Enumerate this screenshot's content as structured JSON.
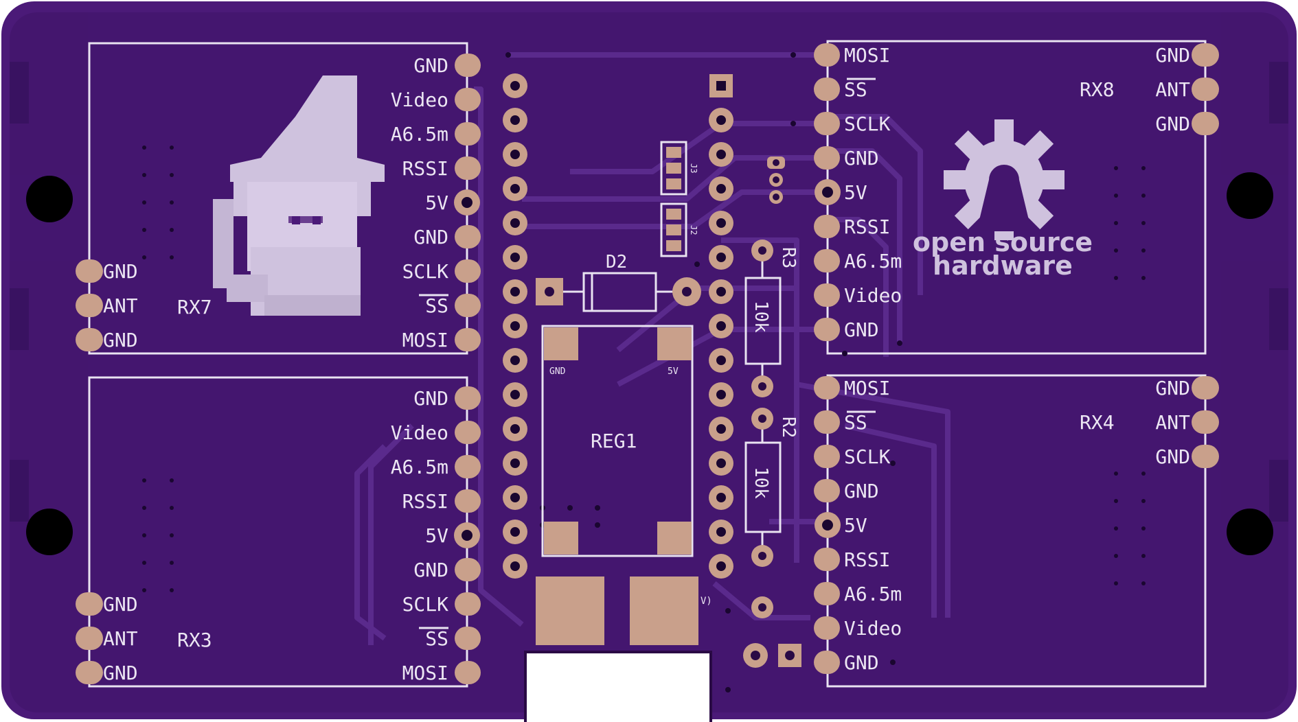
{
  "board": {
    "colors": {
      "substrate": "#4b1a78",
      "copper_fill": "#3c1460",
      "trace": "#5a2a8c",
      "pad": "#c9a08b",
      "silkscreen": "#e9e3f1",
      "cutout": "#ffffff"
    }
  },
  "modules": {
    "rx7": {
      "name": "RX7",
      "right_pins": [
        "GND",
        "Video",
        "A6.5m",
        "RSSI",
        "5V",
        "GND",
        "SCLK",
        "SS",
        "MOSI"
      ],
      "left_pins": [
        "GND",
        "ANT",
        "GND"
      ]
    },
    "rx3": {
      "name": "RX3",
      "right_pins": [
        "GND",
        "Video",
        "A6.5m",
        "RSSI",
        "5V",
        "GND",
        "SCLK",
        "SS",
        "MOSI"
      ],
      "left_pins": [
        "GND",
        "ANT",
        "GND"
      ]
    },
    "rx8": {
      "name": "RX8",
      "left_pins": [
        "MOSI",
        "SS",
        "SCLK",
        "GND",
        "5V",
        "RSSI",
        "A6.5m",
        "Video",
        "GND"
      ],
      "right_pins": [
        "GND",
        "ANT",
        "GND"
      ]
    },
    "rx4": {
      "name": "RX4",
      "left_pins": [
        "MOSI",
        "SS",
        "SCLK",
        "GND",
        "5V",
        "RSSI",
        "A6.5m",
        "Video",
        "GND"
      ],
      "right_pins": [
        "GND",
        "ANT",
        "GND"
      ]
    }
  },
  "components": {
    "d2": "D2",
    "reg1": "REG1",
    "reg_gnd": "GND",
    "reg_5v": "5V",
    "r3": "R3",
    "r3_value": "10k",
    "r2": "R2",
    "r2_value": "10k",
    "j3": "J3",
    "j2": "J2",
    "partial_label": "V)"
  },
  "logos": {
    "osh_line1": "open source",
    "osh_line2": "hardware",
    "wizard": "wizard-pixel-art"
  }
}
